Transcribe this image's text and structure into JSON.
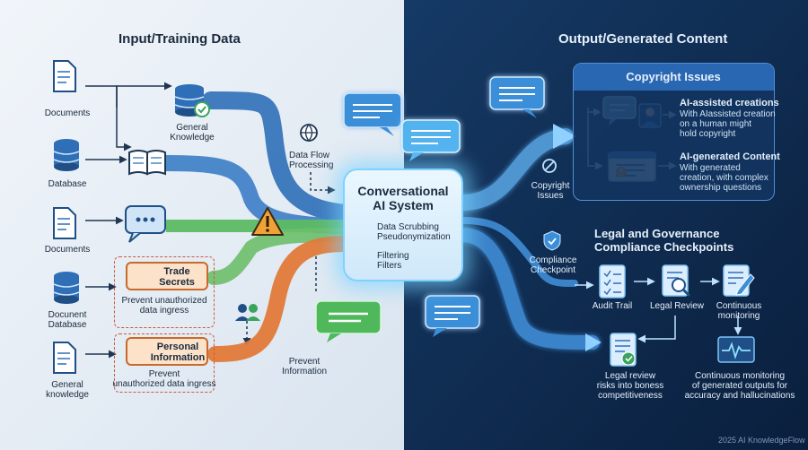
{
  "left_title": "Input/Training Data",
  "right_title": "Output/Generated Content",
  "sources": {
    "documents_1": "Documents",
    "database": "Database",
    "documents_2": "Documents",
    "document_database": [
      "Docunent",
      "Database"
    ],
    "general_knowledge": [
      "General",
      "knowledge"
    ]
  },
  "general_knowledge_label": [
    "General",
    "Knowledge"
  ],
  "data_flow_label": [
    "Data Flow",
    "Processing"
  ],
  "trade_secrets": {
    "title": [
      "Trade",
      "Secrets"
    ],
    "note": [
      "Prevent unauthorized",
      "data ingress"
    ]
  },
  "personal_info": {
    "title": [
      "Personal",
      "Information"
    ],
    "note": [
      "Prevent",
      "unauthorized data ingress"
    ]
  },
  "prevent_info_label": [
    "Prevent",
    "Information"
  ],
  "core": {
    "title": [
      "Conversational",
      "AI System"
    ],
    "scrub": [
      "Data Scrubbing",
      "Pseudonymization"
    ],
    "filter": [
      "Filtering",
      "Filters"
    ]
  },
  "copyright_issues_label": [
    "Copyright",
    "Issues"
  ],
  "copyright_box": {
    "title": "Copyright Issues",
    "assisted": {
      "title": "AI-assisted creations",
      "desc": [
        "With AIassisted creation",
        "on a human might",
        "hold copyright"
      ]
    },
    "generated": {
      "title": "AI-generated Content",
      "desc": [
        "With generated",
        "creation, with complex",
        "ownership questions"
      ]
    }
  },
  "governance_title": [
    "Legal and Governance",
    "Compliance Checkpoints"
  ],
  "compliance_label": [
    "Compliance",
    "Checkpoint"
  ],
  "audit_trail": "Audit Trail",
  "legal_review": "Legal Review",
  "continuous_monitoring": [
    "Continuous",
    "monitoring"
  ],
  "legal_review_note": [
    "Legal review",
    "risks into boness",
    "competitiveness"
  ],
  "monitoring_note": [
    "Continuous monitoring",
    "of generated outputs for",
    "accuracy and hallucinations"
  ],
  "footer": "2025 AI KnowledgeFlow",
  "colors": {
    "left_bg": "#e6eef6",
    "right_bg": "#0d2747",
    "blue_flow": "#2e6fb8",
    "green_flow": "#5dbb63",
    "orange_flow": "#e07a38",
    "glow": "#6fd0ff",
    "alert": "#f0a236"
  }
}
